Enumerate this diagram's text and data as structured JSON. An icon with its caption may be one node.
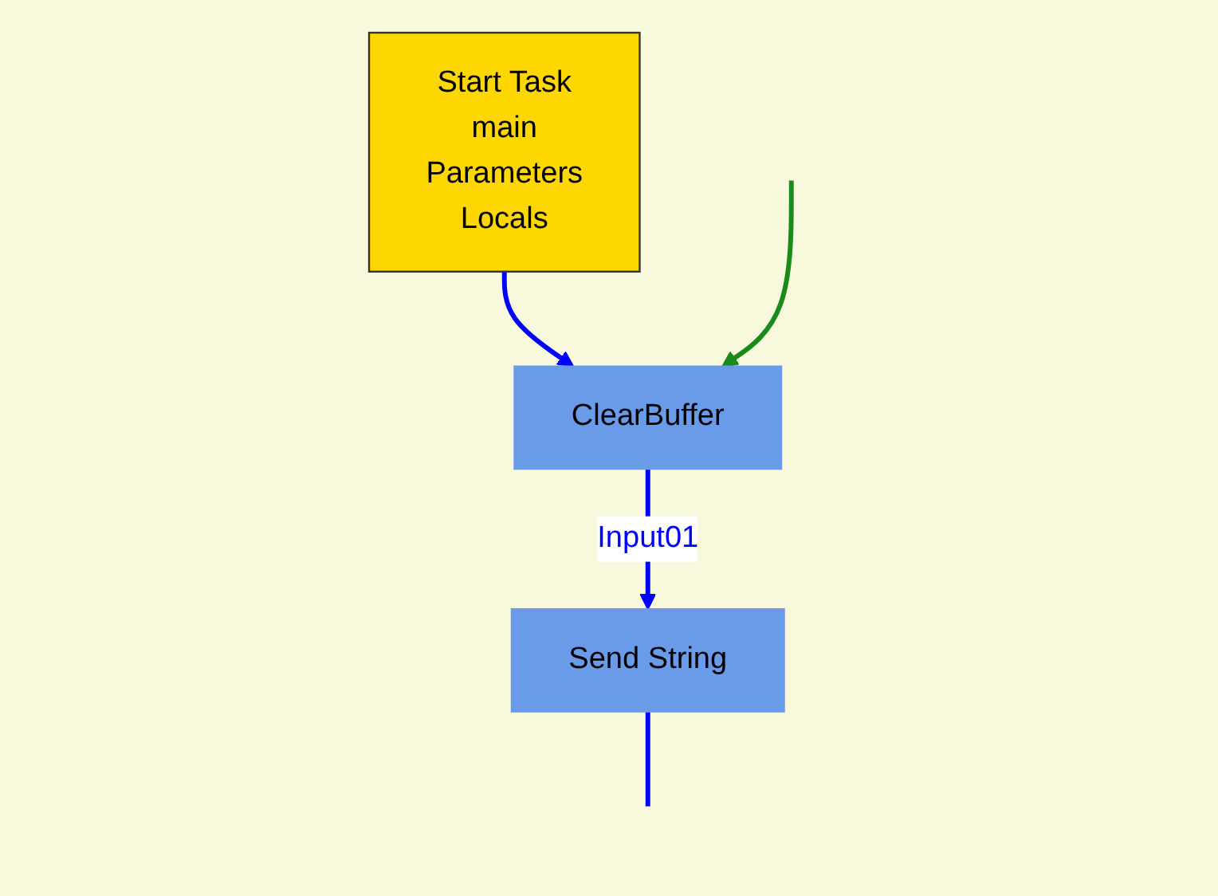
{
  "diagram": {
    "nodes": [
      {
        "text": [
          "Start Task",
          "main",
          "Parameters",
          "Locals"
        ]
      },
      {
        "text": [
          "ClearBuffer"
        ]
      },
      {
        "text": [
          "Send String"
        ]
      }
    ],
    "edges": [
      {
        "from": 0,
        "to": 1,
        "arrow": "to"
      },
      {
        "from": 1,
        "to": 2,
        "arrow": "to",
        "label": "Input01"
      },
      {
        "from": null,
        "to": 1,
        "arrow": "to",
        "color": "#1a8a1a"
      },
      {
        "from": 2,
        "to": null,
        "arrow": "none"
      }
    ]
  }
}
